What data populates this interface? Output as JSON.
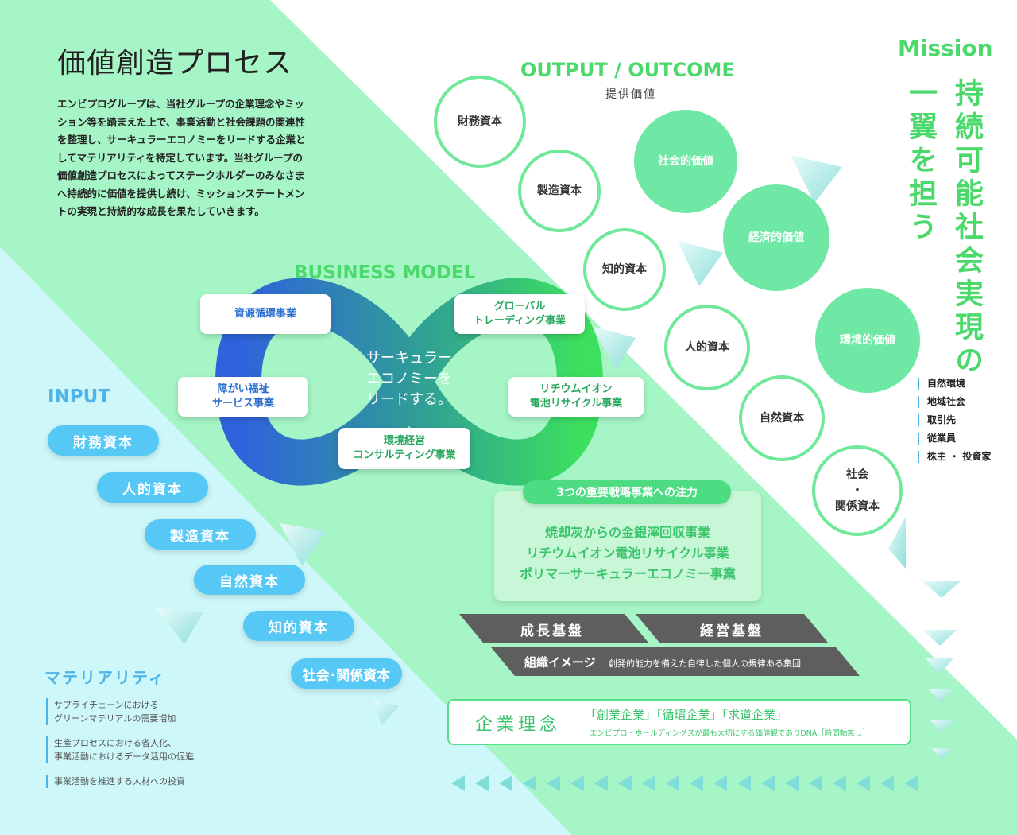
{
  "title": "価値創造プロセス",
  "intro": "エンビプログループは、当社グループの企業理念やミッション等を踏まえた上で、事業活動と社会課題の関連性を整理し、サーキュラーエコノミーをリードする企業としてマテリアリティを特定しています。当社グループの価値創造プロセスによってステークホルダーのみなさまへ持続的に価値を提供し続け、ミッションステートメントの実現と持続的な成長を果たしていきます。",
  "output": {
    "heading": "OUTPUT / OUTCOME",
    "sub": "提供価値",
    "capitals": [
      "財務資本",
      "製造資本",
      "知的資本",
      "人的資本",
      "自然資本",
      "社会\n・\n関係資本"
    ],
    "values": [
      "社会的価値",
      "経済的価値",
      "環境的価値"
    ]
  },
  "mission": {
    "heading": "Mission",
    "line1": "持続可能社会実現の",
    "line2": "一翼を担う"
  },
  "stakeholders": [
    "自然環境",
    "地域社会",
    "取引先",
    "従業員",
    "株主 ・ 投資家"
  ],
  "business_model": {
    "heading": "BUSINESS MODEL",
    "center": "サーキュラー\nエコノミーを\nリードする。",
    "boxes": [
      "資源循環事業",
      "グローバル\nトレーディング事業",
      "障がい福祉\nサービス事業",
      "リチウムイオン\n電池リサイクル事業",
      "環境経営\nコンサルティング事業"
    ]
  },
  "input": {
    "heading": "INPUT",
    "items": [
      "財務資本",
      "人的資本",
      "製造資本",
      "自然資本",
      "知的資本",
      "社会･関係資本"
    ]
  },
  "materiality": {
    "heading": "マテリアリティ",
    "items": [
      "サプライチェーンにおける\nグリーンマテリアルの需要増加",
      "生産プロセスにおける省人化、\n事業活動におけるデータ活用の促進",
      "事業活動を推進する人材への投資"
    ]
  },
  "strategy": {
    "tag": "3つの重要戦略事業への注力",
    "items": [
      "焼却灰からの金銀滓回収事業",
      "リチウムイオン電池リサイクル事業",
      "ポリマーサーキュラーエコノミー事業"
    ]
  },
  "foundation": {
    "growth": "成長基盤",
    "management": "経営基盤",
    "org_label": "組織イメージ",
    "org_desc": "創発的能力を備えた自律した個人の規律ある集団"
  },
  "philosophy": {
    "label": "企業理念",
    "values": "「創業企業」「循環企業」「求道企業」",
    "note": "エンビプロ・ホールディングスが最も大切にする価値観でありDNA［時間軸無し］"
  },
  "colors": {
    "green_band": "#a6f5c6",
    "blue_band": "#cdf7f9",
    "accent_green": "#4cd96c",
    "accent_blue": "#4fb4ea",
    "dark_gray": "#5e5e5e"
  }
}
